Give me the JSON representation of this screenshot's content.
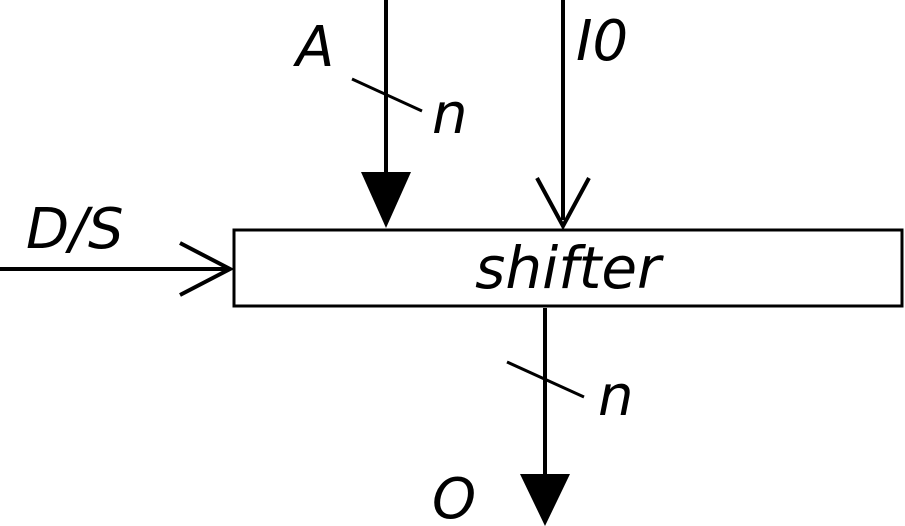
{
  "diagram": {
    "block": {
      "label": "shifter"
    },
    "inputs": {
      "a": {
        "label": "A",
        "width_label": "n"
      },
      "io": {
        "label": "I0"
      },
      "ds": {
        "label": "D/S"
      }
    },
    "output": {
      "label": "O",
      "width_label": "n"
    },
    "colors": {
      "stroke": "#000000",
      "background": "#ffffff"
    }
  }
}
